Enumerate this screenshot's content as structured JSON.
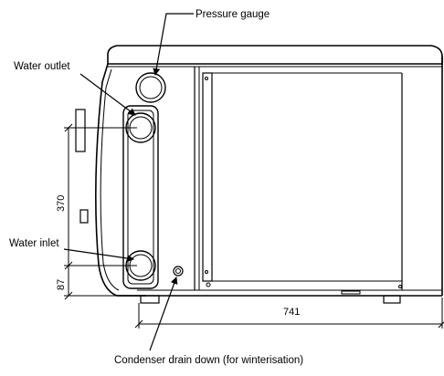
{
  "labels": {
    "pressure_gauge": "Pressure gauge",
    "water_outlet": "Water outlet",
    "water_inlet": "Water inlet",
    "condenser_drain": "Condenser drain down (for winterisation)"
  },
  "dimensions": {
    "outlet_to_inlet": "370",
    "inlet_to_base": "87",
    "width": "741"
  }
}
